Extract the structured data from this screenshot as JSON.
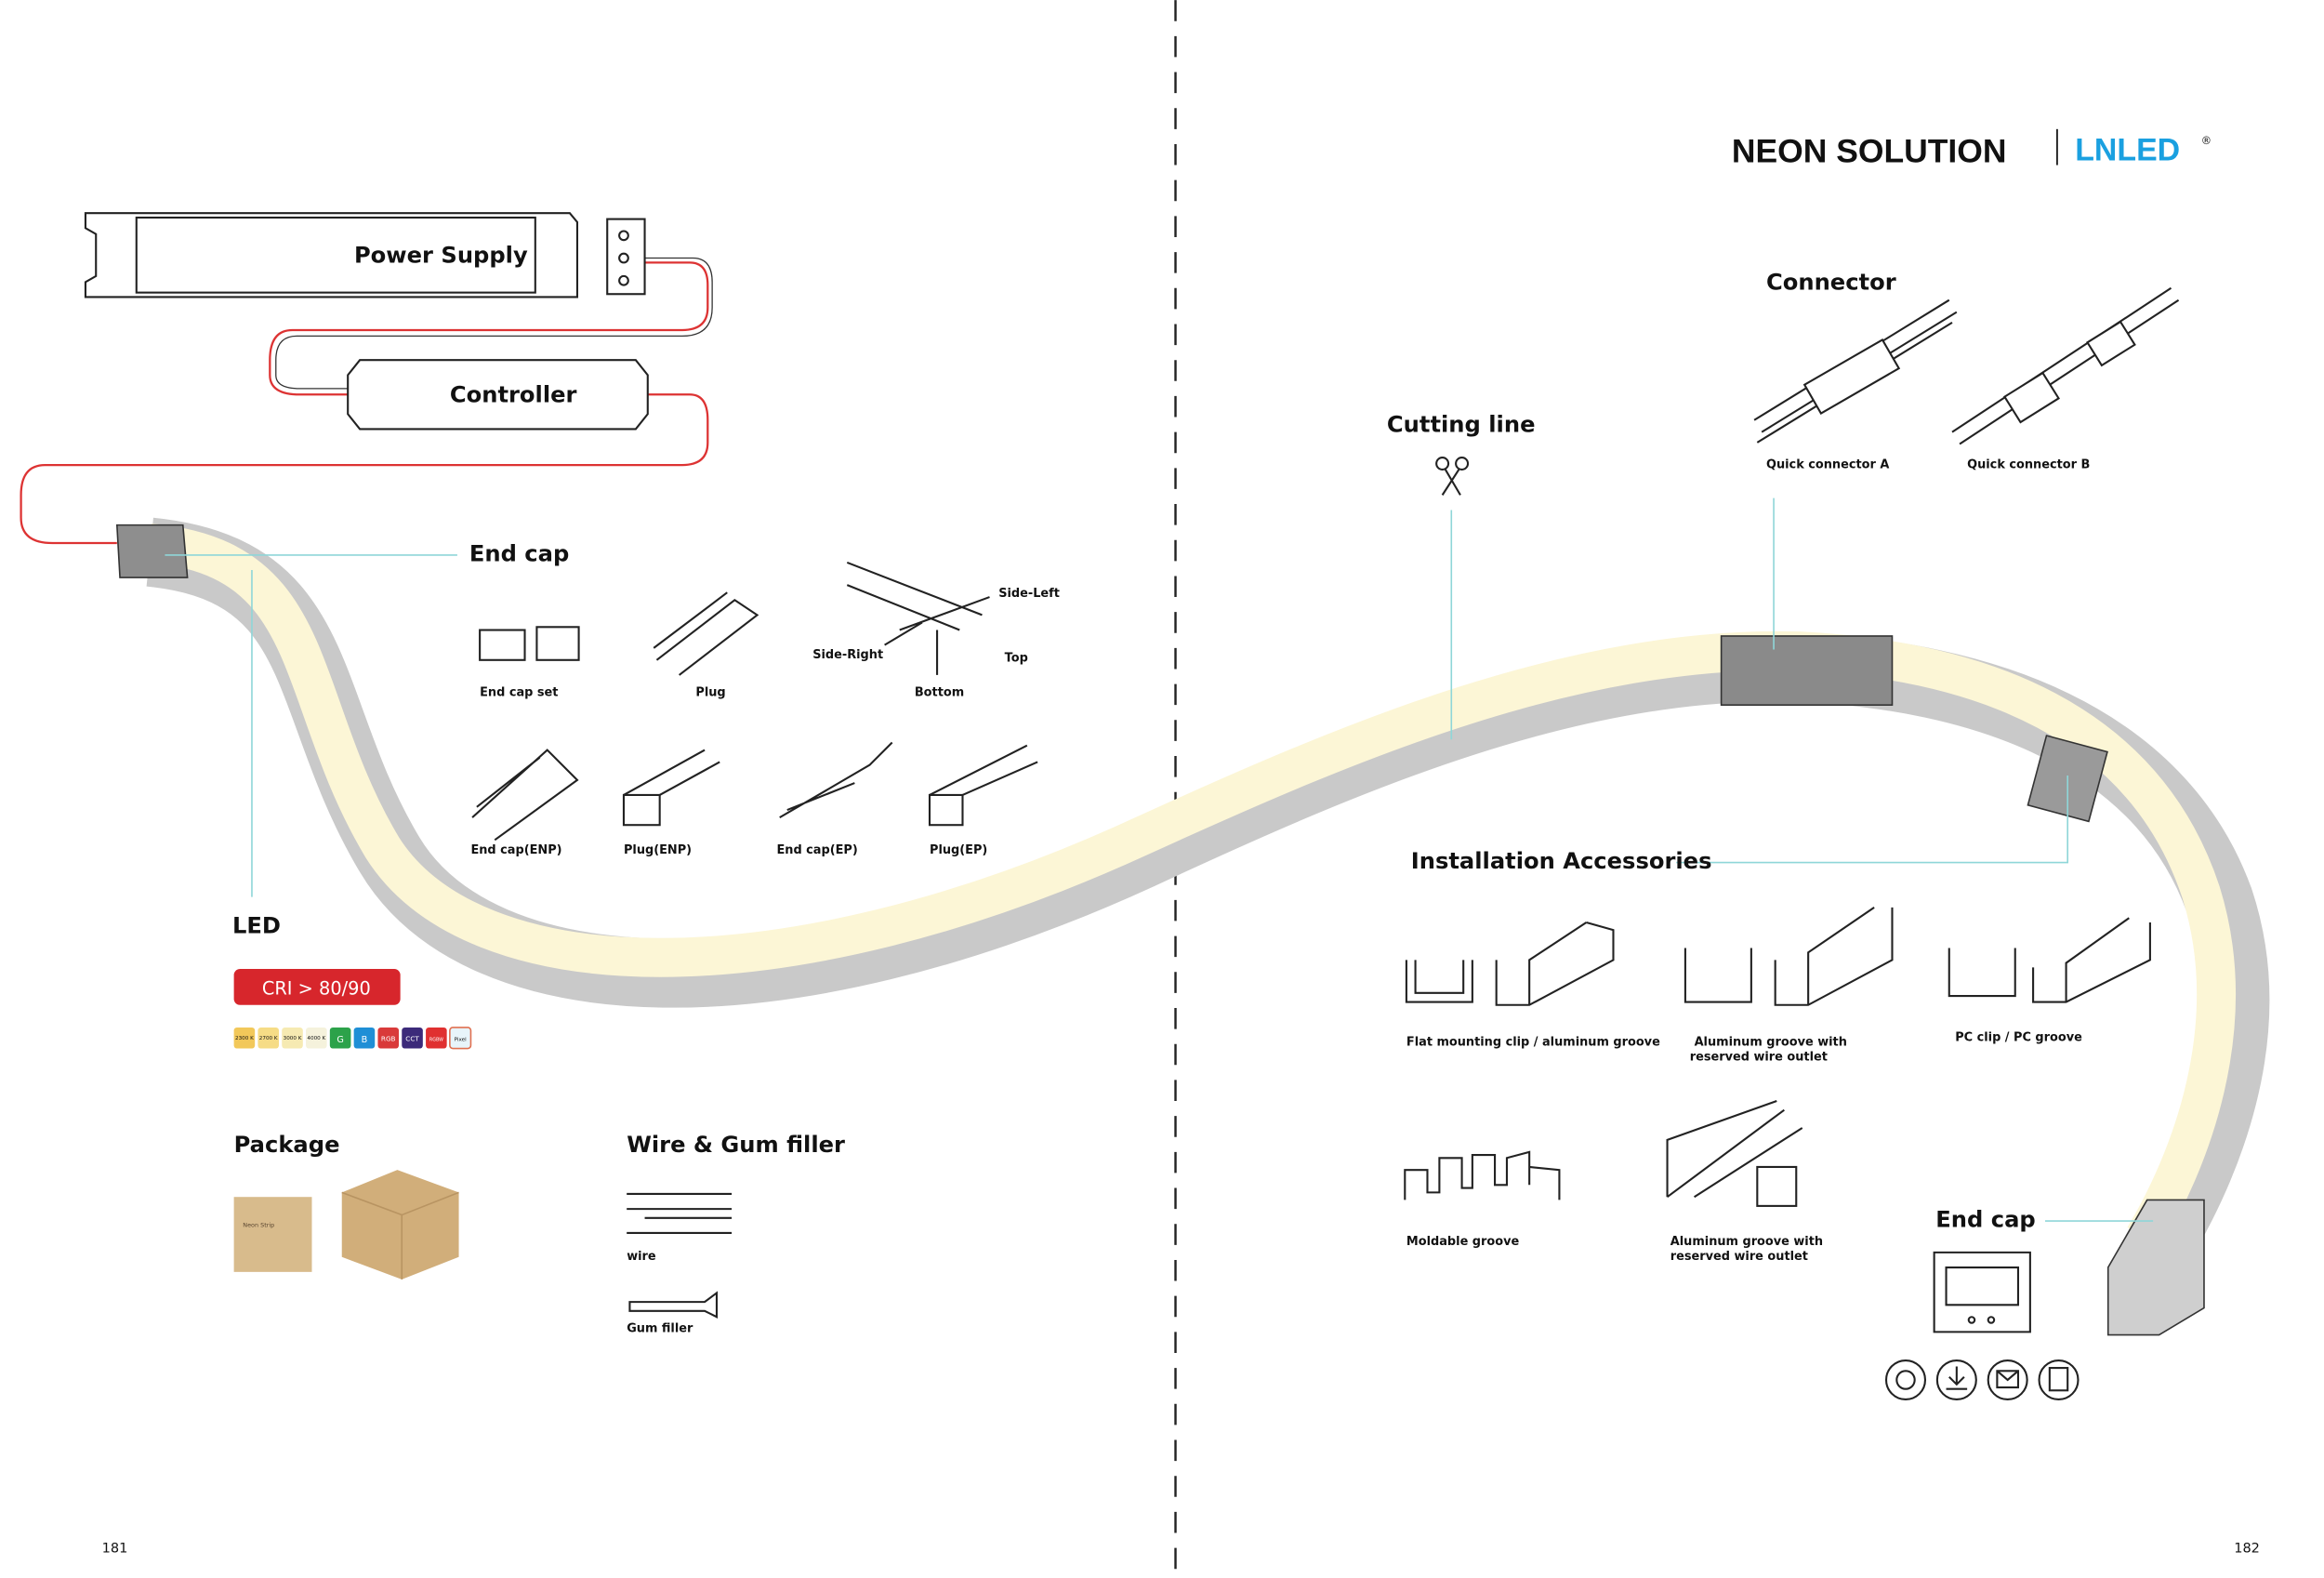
{
  "header": {
    "title": "NEON SOLUTION",
    "brand": "LNLED",
    "brand_mark": "®",
    "brand_color": "#1aa0e0"
  },
  "left": {
    "power_supply": "Power Supply",
    "controller": "Controller",
    "end_cap": {
      "title": "End cap",
      "items": [
        "End cap set",
        "Plug",
        "Bottom",
        "Side-Right",
        "Side-Left",
        "Top",
        "End cap(ENP)",
        "Plug(ENP)",
        "End cap(EP)",
        "Plug(EP)"
      ]
    },
    "led": {
      "title": "LED",
      "cri": "CRI > 80/90",
      "cri_color": "#d7262c",
      "chips": [
        {
          "label": "2300 K",
          "color": "#f2c85a"
        },
        {
          "label": "2700 K",
          "color": "#f6dc86"
        },
        {
          "label": "3000 K",
          "color": "#f6eab2"
        },
        {
          "label": "4000 K",
          "color": "#f5f2dc"
        },
        {
          "label": "G",
          "color": "#2ca24a"
        },
        {
          "label": "B",
          "color": "#1f8fd6"
        },
        {
          "label": "RGB",
          "color": "#d93a3a"
        },
        {
          "label": "CCT",
          "color": "#3c2a7a"
        },
        {
          "label": "RGBW",
          "color": "#e03030"
        },
        {
          "label": "Pixel",
          "color": "#e8f4fa"
        }
      ]
    },
    "package": {
      "title": "Package",
      "box_text": "Neon Strip"
    },
    "wire": {
      "title": "Wire & Gum filler",
      "items": [
        "wire",
        "Gum filler"
      ]
    },
    "page_number": "181"
  },
  "right": {
    "cutting_line": "Cutting line",
    "connector": {
      "title": "Connector",
      "items": [
        "Quick connector A",
        "Quick connector B"
      ]
    },
    "installation": {
      "title": "Installation Accessories",
      "items": [
        "Flat mounting clip / aluminum groove",
        "Aluminum groove with",
        "reserved wire outlet",
        "PC clip / PC groove",
        "Moldable groove",
        "Aluminum groove with",
        "reserved wire outlet"
      ]
    },
    "end_cap": "End cap",
    "icons": [
      "rotate-icon",
      "install-icon",
      "mail-icon",
      "certificate-icon"
    ],
    "page_number": "182"
  }
}
